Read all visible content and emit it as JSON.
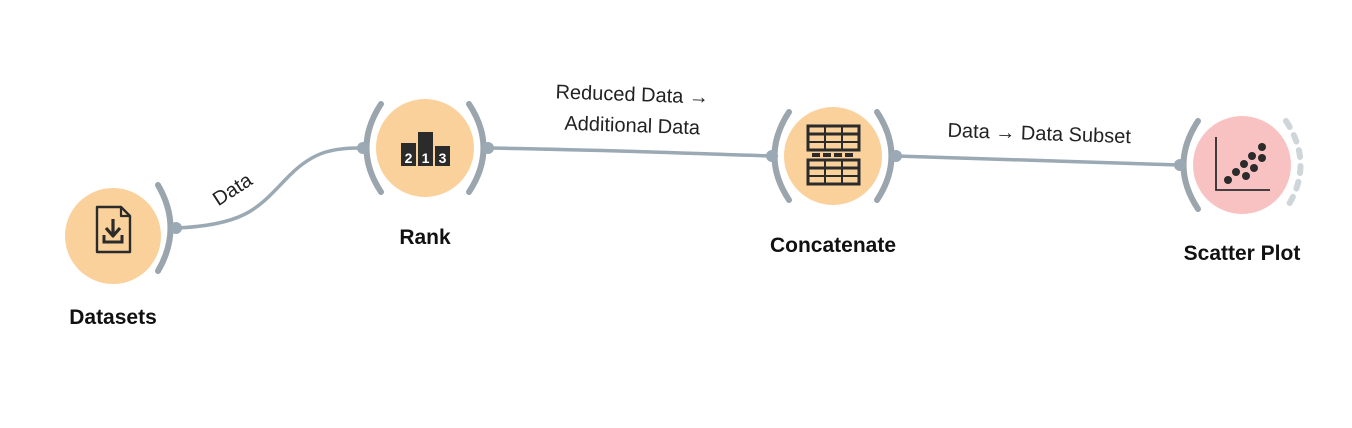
{
  "nodes": [
    {
      "id": "datasets",
      "label": "Datasets",
      "icon": "file-download-icon",
      "color": "#fad19b"
    },
    {
      "id": "rank",
      "label": "Rank",
      "icon": "podium-ranking-icon",
      "color": "#fad19b"
    },
    {
      "id": "concatenate",
      "label": "Concatenate",
      "icon": "table-concatenate-icon",
      "color": "#fad19b"
    },
    {
      "id": "scatter",
      "label": "Scatter Plot",
      "icon": "scatter-plot-icon",
      "color": "#f9c2c2"
    }
  ],
  "links": [
    {
      "id": "datasets-rank",
      "lines": [
        "Data"
      ]
    },
    {
      "id": "rank-concatenate",
      "lines": [
        "Reduced Data →",
        "Additional Data"
      ]
    },
    {
      "id": "concatenate-scatter",
      "lines": [
        "Data → Data Subset"
      ]
    }
  ],
  "podium_digits": [
    "2",
    "1",
    "3"
  ],
  "colors": {
    "link": "#9aa9b3",
    "bracket": "#9aa5ad",
    "icon": "#2b2b2b"
  }
}
